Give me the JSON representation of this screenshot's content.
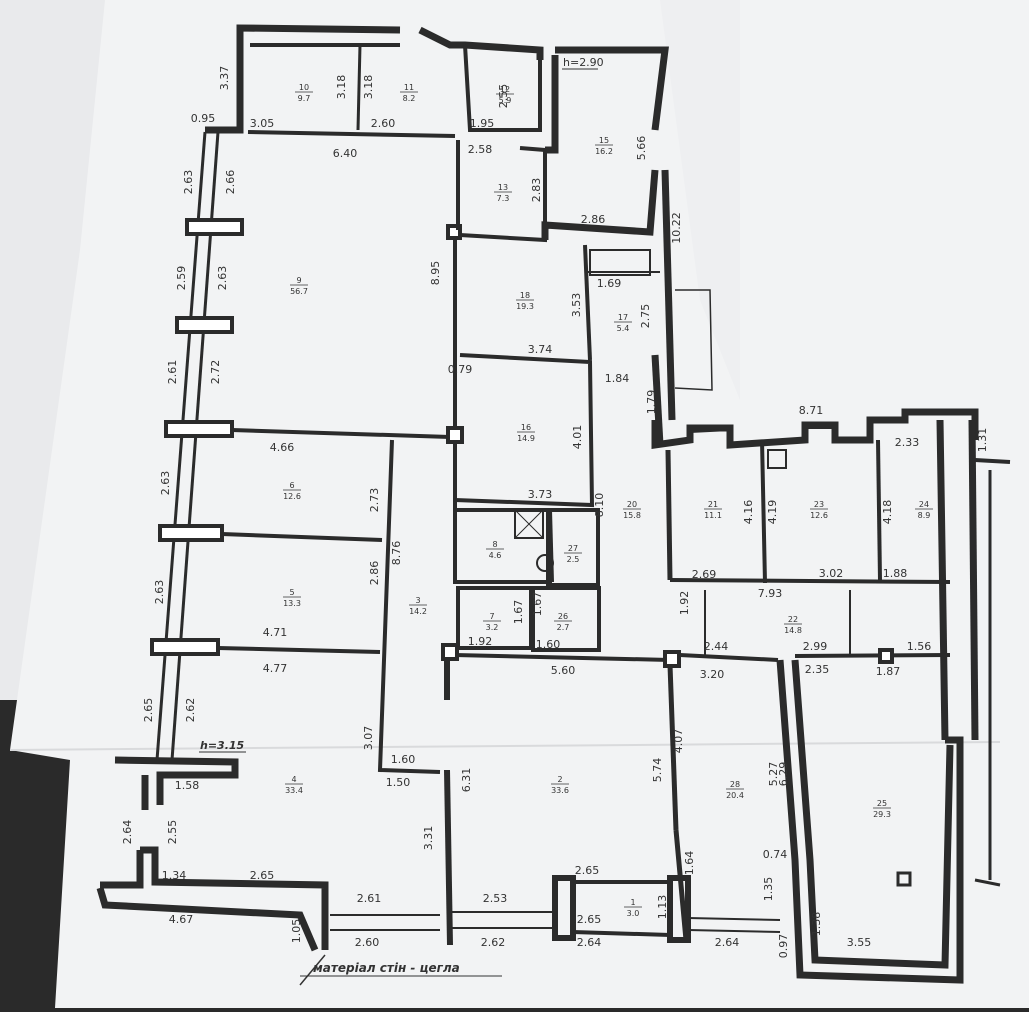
{
  "colors": {
    "paper": "#f2f3f4",
    "wall": "#2b2b2b",
    "ink": "#333333",
    "background": "#2a2a2a"
  },
  "height_labels": {
    "upper": "h=2.90",
    "lower": "h=3.15"
  },
  "wall_material_note": "матеріал стін - цегла",
  "rooms": [
    {
      "number": "1",
      "area": "3.0"
    },
    {
      "number": "2",
      "area": "33.6"
    },
    {
      "number": "3",
      "area": "14.2"
    },
    {
      "number": "4",
      "area": "33.4"
    },
    {
      "number": "5",
      "area": "13.3"
    },
    {
      "number": "6",
      "area": "12.6"
    },
    {
      "number": "7",
      "area": "3.2"
    },
    {
      "number": "8",
      "area": "4.6"
    },
    {
      "number": "9",
      "area": "56.7"
    },
    {
      "number": "10",
      "area": "9.7"
    },
    {
      "number": "11",
      "area": "8.2"
    },
    {
      "number": "12",
      "area": "5.9"
    },
    {
      "number": "13",
      "area": "7.3"
    },
    {
      "number": "15",
      "area": "16.2"
    },
    {
      "number": "16",
      "area": "14.9"
    },
    {
      "number": "17",
      "area": "5.4"
    },
    {
      "number": "18",
      "area": "19.3"
    },
    {
      "number": "20",
      "area": "15.8"
    },
    {
      "number": "21",
      "area": "11.1"
    },
    {
      "number": "22",
      "area": "14.8"
    },
    {
      "number": "23",
      "area": "12.6"
    },
    {
      "number": "24",
      "area": "8.9"
    },
    {
      "number": "25",
      "area": "29.3"
    },
    {
      "number": "26",
      "area": "2.7"
    },
    {
      "number": "27",
      "area": "2.5"
    },
    {
      "number": "28",
      "area": "20.4"
    }
  ],
  "dimensions": [
    "3.37",
    "0.95",
    "3.05",
    "2.60",
    "6.40",
    "3.18",
    "3.18",
    "2.55",
    "1.95",
    "2.58",
    "2.83",
    "5.66",
    "2.86",
    "10.22",
    "2.63",
    "2.66",
    "2.59",
    "2.63",
    "8.95",
    "3.53",
    "1.69",
    "2.75",
    "2.61",
    "2.72",
    "3.74",
    "0.79",
    "1.84",
    "1.79",
    "4.66",
    "4.01",
    "8.71",
    "2.33",
    "1.31",
    "2.63",
    "2.73",
    "3.73",
    "8.10",
    "4.16",
    "4.19",
    "4.18",
    "8.76",
    "2.86",
    "1.67",
    "1.67",
    "2.69",
    "7.93",
    "3.02",
    "1.88",
    "2.63",
    "1.92",
    "1.60",
    "1.92",
    "2.44",
    "2.99",
    "1.56",
    "4.71",
    "4.77",
    "5.60",
    "3.20",
    "2.35",
    "1.87",
    "2.65",
    "2.62",
    "3.07",
    "4.07",
    "5.27",
    "6.29",
    "1.60",
    "1.50",
    "6.31",
    "5.74",
    "1.58",
    "2.64",
    "2.55",
    "3.31",
    "0.74",
    "1.34",
    "2.65",
    "2.65",
    "1.64",
    "1.35",
    "2.61",
    "2.53",
    "1.13",
    "4.67",
    "1.05",
    "2.60",
    "2.62",
    "2.65",
    "2.64",
    "2.64",
    "1.38",
    "0.97",
    "3.55"
  ]
}
